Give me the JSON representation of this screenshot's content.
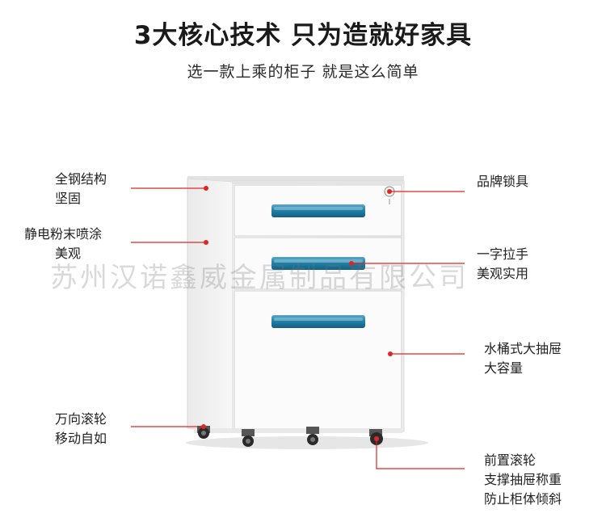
{
  "header": {
    "title": "3大核心技术 只为造就好家具",
    "subtitle": "选一款上乘的柜子 就是这么简单"
  },
  "features": {
    "steel_frame": [
      "全钢结构",
      "坚固"
    ],
    "powder_coating": [
      "静电粉末喷涂",
      "美观"
    ],
    "casters": [
      "万向滚轮",
      "移动自如"
    ],
    "brand_lock": [
      "品牌锁具"
    ],
    "handle": [
      "一字拉手",
      "美观实用"
    ],
    "file_drawer": [
      "水桶式大抽屉",
      "大容量"
    ],
    "front_caster": [
      "前置滚轮",
      "支撑抽屉称重",
      "防止柜体倾斜"
    ]
  },
  "watermark": "苏州汉诺鑫威金属制品有限公司",
  "colors": {
    "accent": "#e02525",
    "handle": "#1f7fa6",
    "cabinet": "#f4f4f4"
  }
}
